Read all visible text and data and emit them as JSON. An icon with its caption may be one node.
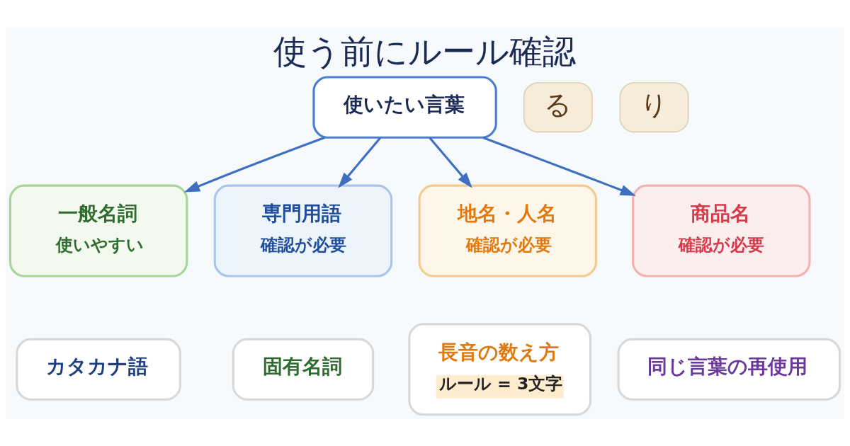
{
  "diagram": {
    "title": "使う前にルール確認",
    "nodes": [
      {
        "text": [
          "使いたい言葉"
        ]
      },
      {
        "text": [
          "一般名詞",
          "使いやすい"
        ]
      },
      {
        "text": [
          "専門用語",
          "確認が必要"
        ]
      },
      {
        "text": [
          "地名・人名",
          "確認が必要"
        ]
      },
      {
        "text": [
          "商品名",
          "確認が必要"
        ]
      },
      {
        "text": [
          "カタカナ語"
        ]
      },
      {
        "text": [
          "固有名詞"
        ]
      },
      {
        "text": [
          "長音の数え方",
          "ルール = 3文字"
        ]
      },
      {
        "text": [
          "同じ言葉の再使用"
        ]
      }
    ],
    "edges": [
      {
        "from": 0,
        "to": 1,
        "arrow": "to"
      },
      {
        "from": 0,
        "to": 2,
        "arrow": "to"
      },
      {
        "from": 0,
        "to": 3,
        "arrow": "to"
      },
      {
        "from": 0,
        "to": 4,
        "arrow": "to"
      }
    ],
    "labels": [
      "る",
      "り"
    ]
  }
}
